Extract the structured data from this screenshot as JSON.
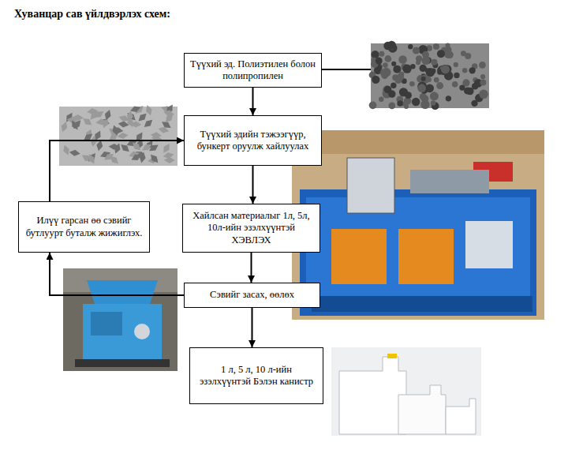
{
  "diagram": {
    "title": "Хуванцар сав үйлдвэрлэх схем:",
    "nodes": [
      {
        "text": [
          "Түүхий эд. Полиэтилен болон полипропилен"
        ]
      },
      {
        "text": [
          "Түүхий эдийн тэжээгүүр, бункерт оруулж хайлуулах"
        ]
      },
      {
        "text": [
          "Хайлсан материалыг 1л, 5л, 10л-ийн эзэлхүүнтэй ХЭВЛЭХ"
        ]
      },
      {
        "text": [
          "Сэвийг засах, өөлөх"
        ]
      },
      {
        "text": [
          "1 л, 5 л, 10 л-ийн эзэлхүүнтэй Бэлэн канистр"
        ]
      },
      {
        "text": [
          "Илүү гарсан өө сэвийг бутлуурт буталж жижиглэх."
        ]
      }
    ],
    "edges": [
      {
        "from": 0,
        "to": 1,
        "arrow": "to"
      },
      {
        "from": 1,
        "to": 2,
        "arrow": "to"
      },
      {
        "from": 2,
        "to": 3,
        "arrow": "to"
      },
      {
        "from": 3,
        "to": 4,
        "arrow": "to"
      },
      {
        "from": 3,
        "to": 5,
        "arrow": "to"
      },
      {
        "from": 5,
        "to": 1,
        "arrow": "to"
      }
    ]
  }
}
